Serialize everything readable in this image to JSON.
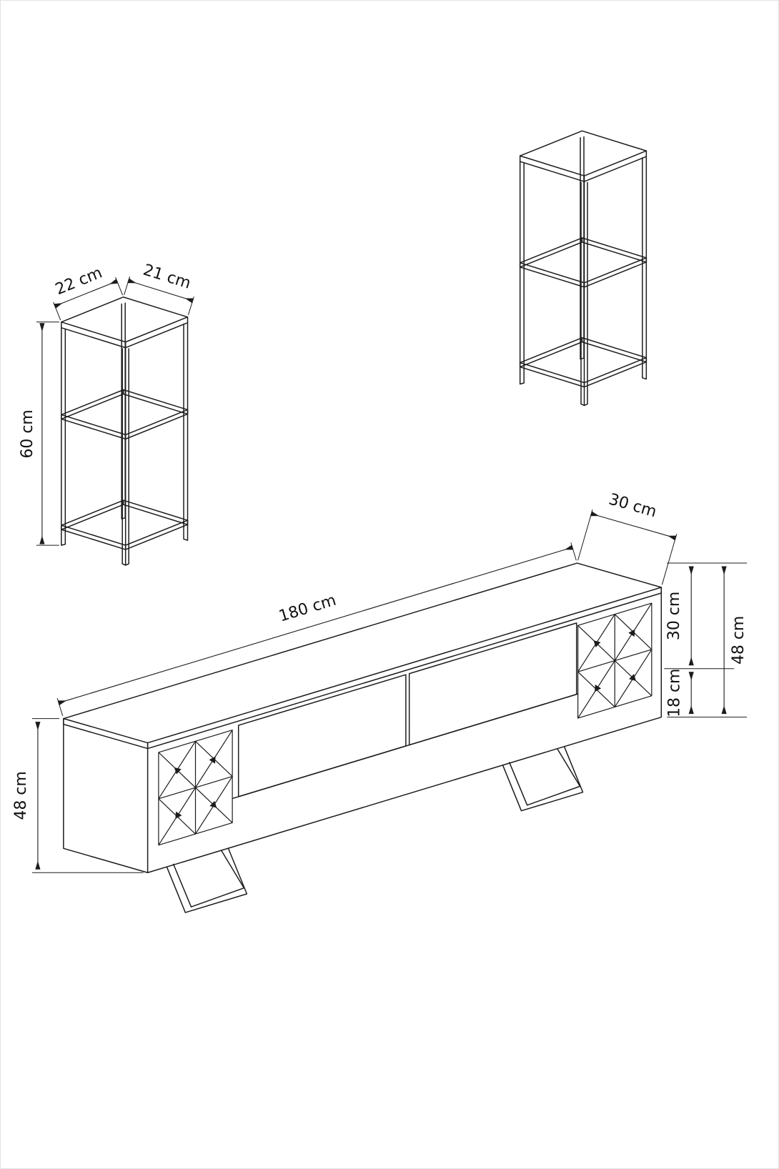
{
  "drawing": {
    "type": "furniture-technical-drawing",
    "units": "cm",
    "line_color": "#1c1c1c",
    "background": "#ffffff",
    "labels": {
      "side_table_width": "22 cm",
      "side_table_depth": "21 cm",
      "side_table_height": "60 cm",
      "tv_length": "180 cm",
      "tv_depth": "30 cm",
      "tv_upper": "30 cm",
      "tv_lower": "18 cm",
      "tv_height_right": "48 cm",
      "tv_height_left": "48 cm"
    }
  }
}
